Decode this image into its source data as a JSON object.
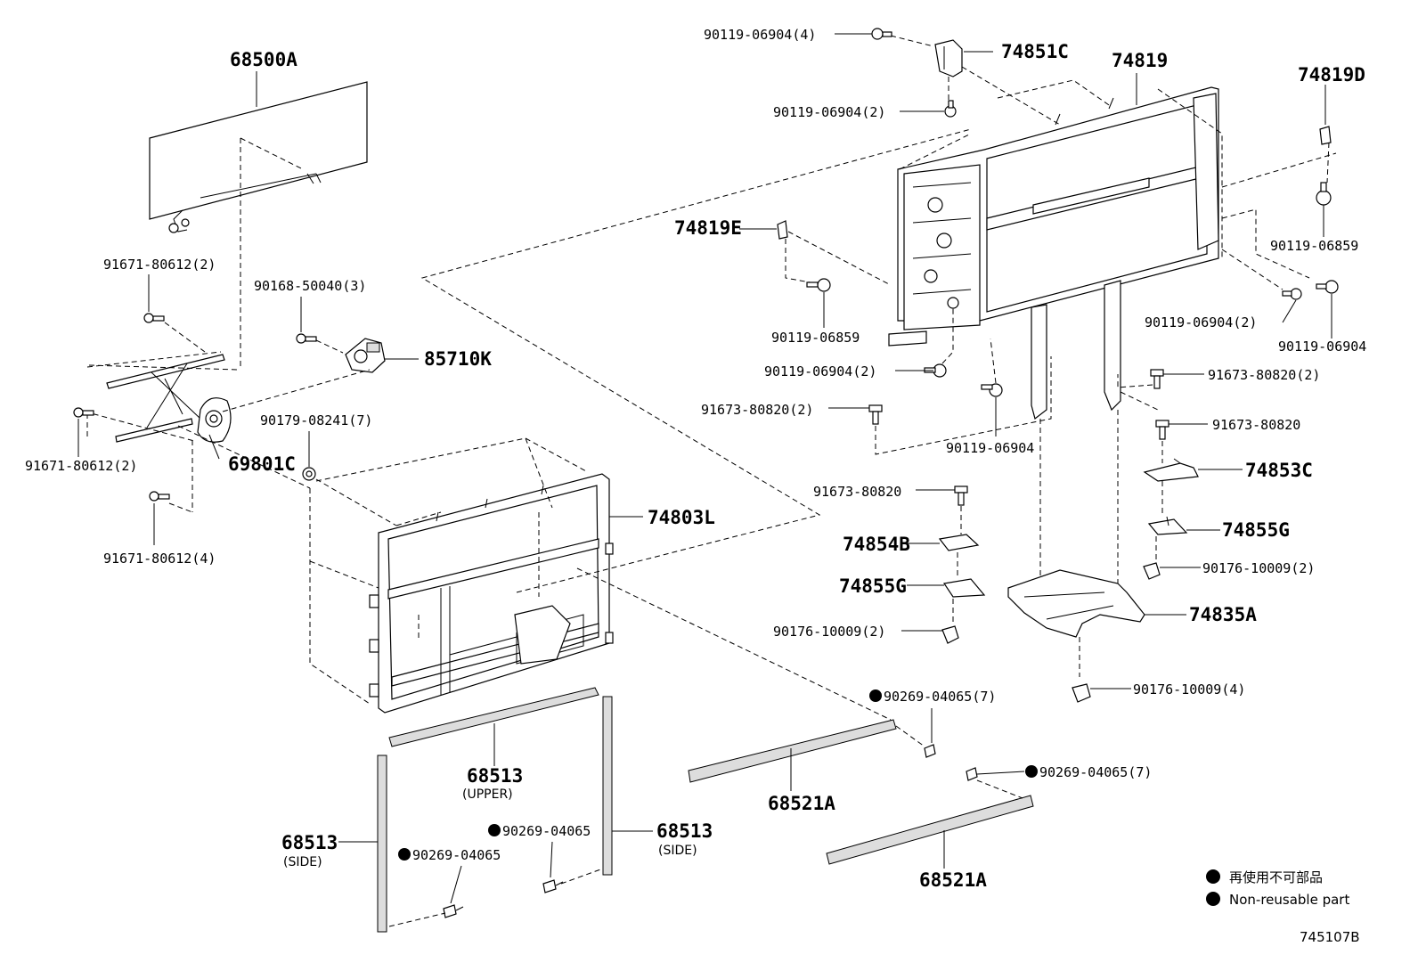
{
  "diagram": {
    "code": "745107B",
    "legend": {
      "japanese": "再使用不可部品",
      "english": "Non-reusable part"
    },
    "labels": {
      "p68500A": "68500A",
      "p91671_a": "91671-80612(2)",
      "p90168": "90168-50040(3)",
      "p85710K": "85710K",
      "p90179": "90179-08241(7)",
      "p91671_b": "91671-80612(2)",
      "p69801C": "69801C",
      "p91671_c": "91671-80612(4)",
      "p74803L": "74803L",
      "p68513_upper": "68513",
      "p68513_upper_sub": "(UPPER)",
      "p68513_side_l": "68513",
      "p68513_side_l_sub": "(SIDE)",
      "p68513_side_r": "68513",
      "p68513_side_r_sub": "(SIDE)",
      "p90269_a": "90269-04065",
      "p90269_b": "90269-04065",
      "p68521A_a": "68521A",
      "p68521A_b": "68521A",
      "p90269_c": "90269-04065(7)",
      "p90269_d": "90269-04065(7)",
      "p90119_top": "90119-06904(4)",
      "p74851C": "74851C",
      "p74819": "74819",
      "p74819D": "74819D",
      "p90119_2a": "90119-06904(2)",
      "p74819E": "74819E",
      "p90119_06859_a": "90119-06859",
      "p90119_06859_b": "90119-06859",
      "p90119_2b": "90119-06904(2)",
      "p90119_2c": "90119-06904(2)",
      "p90119_single_a": "90119-06904",
      "p90119_single_b": "90119-06904",
      "p91673_2a": "91673-80820(2)",
      "p91673_2b": "91673-80820(2)",
      "p91673_single_a": "91673-80820",
      "p91673_single_b": "91673-80820",
      "p74853C": "74853C",
      "p74854B": "74854B",
      "p74855G_a": "74855G",
      "p74855G_b": "74855G",
      "p90176_2a": "90176-10009(2)",
      "p90176_2b": "90176-10009(2)",
      "p90176_4": "90176-10009(4)",
      "p74835A": "74835A"
    }
  }
}
